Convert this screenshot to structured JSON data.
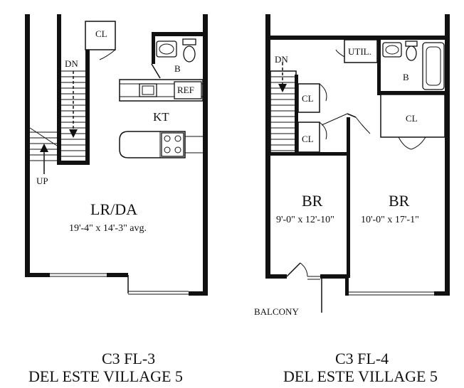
{
  "plans": [
    {
      "id": "fl3",
      "caption_line1": "C3 FL-3",
      "caption_line2": "DEL ESTE VILLAGE 5",
      "labels": {
        "closet": "CL",
        "down": "DN",
        "bath": "B",
        "refrigerator": "REF",
        "kitchen": "KT",
        "up": "UP",
        "living_dining": "LR/DA",
        "living_dining_dim": "19'-4\" x 14'-3\" avg."
      }
    },
    {
      "id": "fl4",
      "caption_line1": "C3 FL-4",
      "caption_line2": "DEL ESTE VILLAGE 5",
      "labels": {
        "down": "DN",
        "utility": "UTIL.",
        "bath": "B",
        "closet_1": "CL",
        "closet_2": "CL",
        "closet_3": "CL",
        "bedroom_1": "BR",
        "bedroom_1_dim": "9'-0\" x 12'-10\"",
        "bedroom_2": "BR",
        "bedroom_2_dim": "10'-0\" x 17'-1\"",
        "balcony": "BALCONY"
      }
    }
  ]
}
